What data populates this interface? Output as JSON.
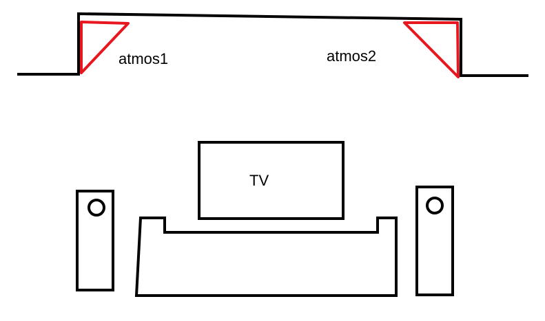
{
  "labels": {
    "atmos_left": "atmos1",
    "atmos_right": "atmos2",
    "tv": "TV"
  },
  "colors": {
    "outline": "#000000",
    "atmos_speaker": "#e8161e",
    "background": "#ffffff"
  }
}
